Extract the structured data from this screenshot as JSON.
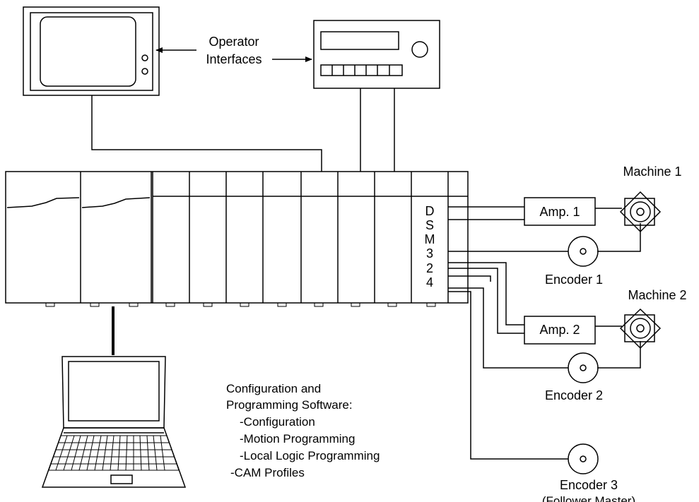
{
  "labels": {
    "operator_interfaces_line1": "Operator",
    "operator_interfaces_line2": "Interfaces",
    "machine_1": "Machine 1",
    "machine_2": "Machine 2",
    "amp_1": "Amp. 1",
    "amp_2": "Amp. 2",
    "encoder_1": "Encoder 1",
    "encoder_2": "Encoder 2",
    "encoder_3_line1": "Encoder 3",
    "encoder_3_line2": "(Follower Master)",
    "dsm_letters": [
      "D",
      "S",
      "M",
      "3",
      "2",
      "4"
    ]
  },
  "software_text": {
    "line1": "Configuration and",
    "line2": "Programming Software:",
    "items": [
      "-Configuration",
      "-Motion Programming",
      "-Local Logic Programming",
      "-CAM Profiles"
    ]
  }
}
